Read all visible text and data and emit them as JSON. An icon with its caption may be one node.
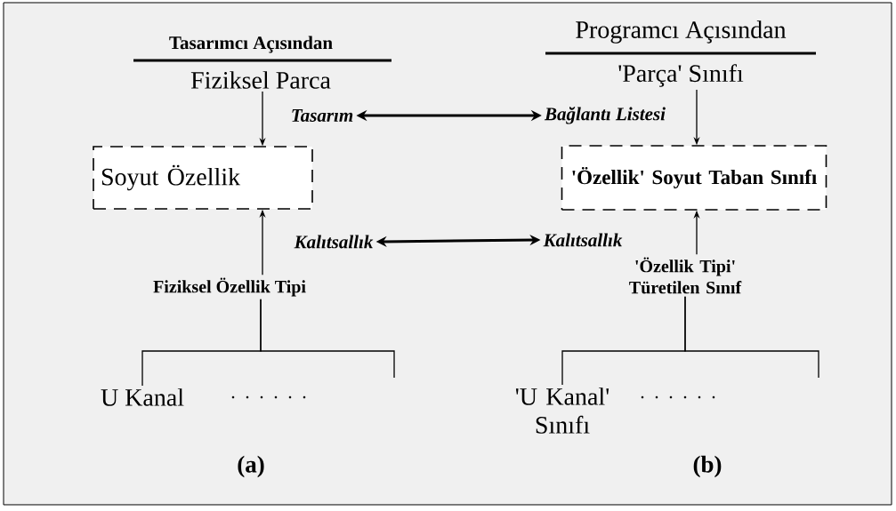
{
  "diagram": {
    "nodes": [
      {
        "text": [
          "Fiziksel Parca"
        ]
      },
      {
        "text": [
          "Soyut Özellik"
        ]
      },
      {
        "text": [
          "Fiziksel Özellik Tipi"
        ]
      },
      {
        "text": [
          "U Kanal"
        ]
      },
      {
        "text": [
          "'Parça' Sınıfı"
        ]
      },
      {
        "text": [
          "'Özellik' Soyut Taban Sınıfı"
        ]
      },
      {
        "text": [
          "'Özellik Tipi' Türetilen Sınıf"
        ]
      },
      {
        "text": [
          "'U Kanal' Sınıfı"
        ]
      },
      {
        "text": [
          "Tasarım"
        ]
      },
      {
        "text": [
          "Bağlantı Listesi"
        ]
      },
      {
        "text": [
          "Kalıtsallık"
        ]
      },
      {
        "text": [
          "Kalıtsallık"
        ]
      }
    ],
    "edges": [
      {
        "from": 0,
        "to": 1,
        "arrow": "to"
      },
      {
        "from": 2,
        "to": 1,
        "arrow": "to"
      },
      {
        "from": 2,
        "to": 3,
        "arrow": "none"
      },
      {
        "from": 2,
        "to": null,
        "arrow": "none"
      },
      {
        "from": 4,
        "to": 5,
        "arrow": "to"
      },
      {
        "from": 6,
        "to": 5,
        "arrow": "to"
      },
      {
        "from": 6,
        "to": 7,
        "arrow": "none"
      },
      {
        "from": 6,
        "to": null,
        "arrow": "none"
      },
      {
        "from": 8,
        "to": 9,
        "arrow": "both",
        "style": "thick"
      },
      {
        "from": 10,
        "to": 11,
        "arrow": "both",
        "style": "thick"
      }
    ],
    "labels": [
      "Tasarımcı Açısından",
      "Programcı Açısından",
      "(a)",
      "(b)"
    ]
  }
}
